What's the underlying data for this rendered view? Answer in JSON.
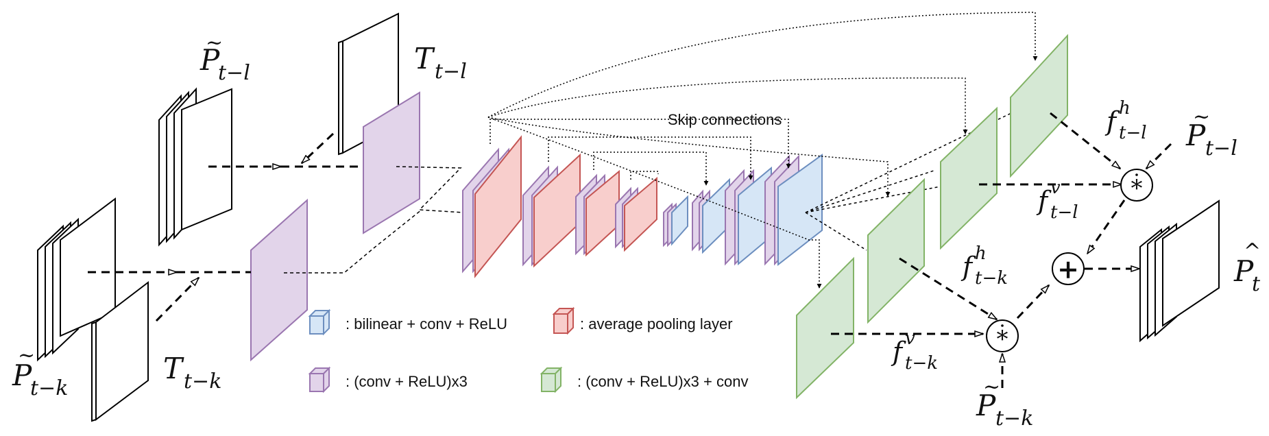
{
  "labels": {
    "skip_connections": "Skip connections",
    "legend_bilinear": ": bilinear + conv + ReLU",
    "legend_avgpool": ": average pooling layer",
    "legend_conv3": ": (conv + ReLU)x3",
    "legend_conv3_conv": ": (conv + ReLU)x3 + conv"
  },
  "math": {
    "p_tilde_tl_base": "P",
    "p_tilde_tl_sub": "t−l",
    "t_tl_base": "T",
    "t_tl_sub": "t−l",
    "p_tilde_tk_base": "P",
    "p_tilde_tk_sub": "t−k",
    "t_tk_base": "T",
    "t_tk_sub": "t−k",
    "fh_tl_base": "f",
    "fh_tl_sup": "h",
    "fh_tl_sub": "t−l",
    "fv_tl_base": "f",
    "fv_tl_sup": "v",
    "fv_tl_sub": "t−l",
    "fh_tk_base": "f",
    "fh_tk_sup": "h",
    "fh_tk_sub": "t−k",
    "fv_tk_base": "f",
    "fv_tk_sup": "v",
    "fv_tk_sub": "t−k",
    "p_tilde_tl_right_base": "P",
    "p_tilde_tl_right_sub": "t−l",
    "p_tilde_tk_bottom_base": "P",
    "p_tilde_tk_bottom_sub": "t−k",
    "p_hat_base": "P",
    "p_hat_sub": "t",
    "tilde": "~",
    "hat": "^"
  },
  "operators": {
    "mult": "*",
    "plus": "+"
  },
  "colors": {
    "purple_fill": "#e2d4ea",
    "purple_stroke": "#9a76b0",
    "red_fill": "#f8cecc",
    "red_stroke": "#c45553",
    "blue_fill": "#d6e6f6",
    "blue_stroke": "#6c8ebf",
    "green_fill": "#d5e8d4",
    "green_stroke": "#82b366"
  }
}
